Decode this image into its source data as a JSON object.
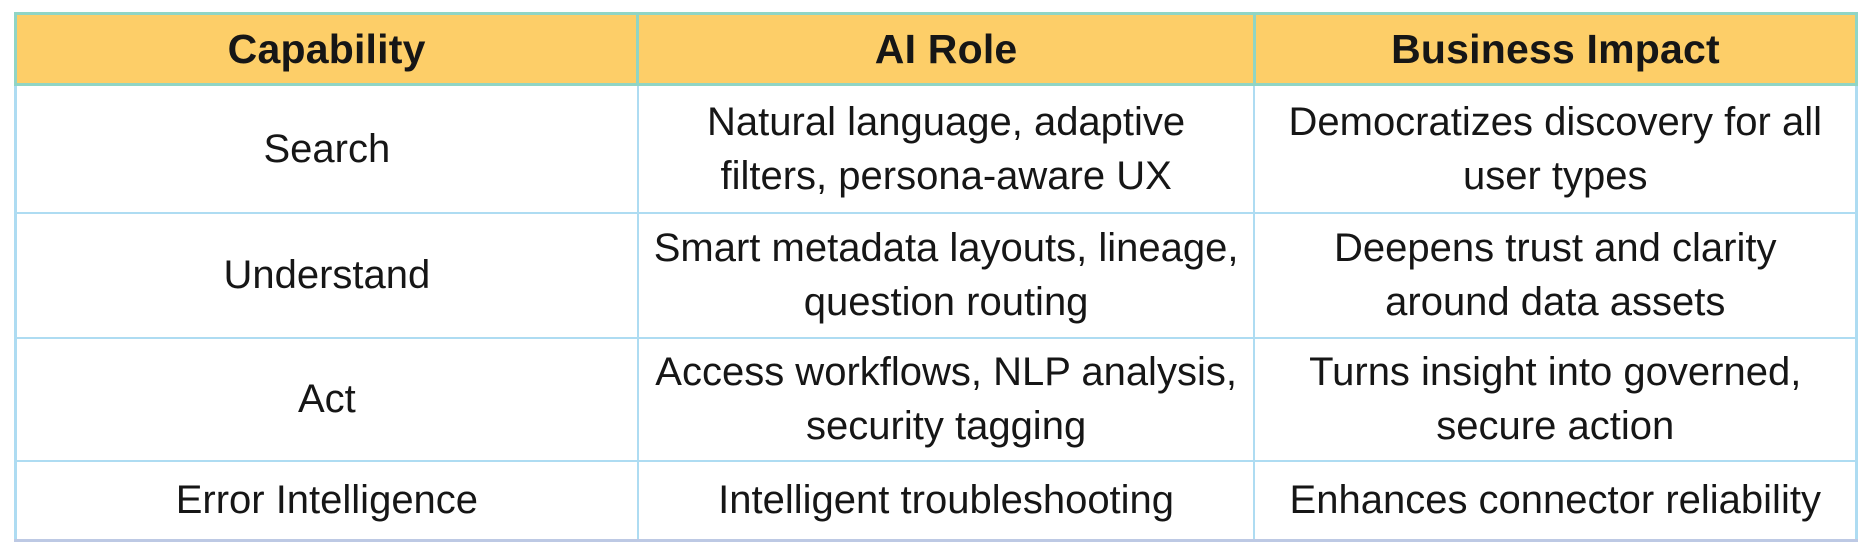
{
  "table": {
    "headers": [
      "Capability",
      "AI Role",
      "Business Impact"
    ],
    "rows": [
      [
        "Search",
        "Natural language, adaptive filters, persona-aware UX",
        "Democratizes discovery for all user types"
      ],
      [
        "Understand",
        "Smart metadata layouts, lineage, question routing",
        "Deepens trust and clarity around data assets"
      ],
      [
        "Act",
        "Access workflows, NLP analysis, security tagging",
        "Turns insight into governed, secure action"
      ],
      [
        "Error Intelligence",
        "Intelligent troubleshooting",
        "Enhances connector reliability"
      ]
    ]
  },
  "colors": {
    "header_bg": "#FDCE68",
    "header_border": "#90D5C5",
    "grid_border": "#AEDCF2",
    "outer_border": "#BDC9E4",
    "text": "#161616"
  }
}
